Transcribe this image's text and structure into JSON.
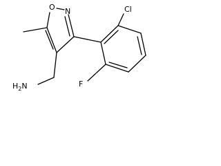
{
  "molecule": {
    "atoms": {
      "ring_oxygen": "O",
      "ring_nitrogen": "N",
      "chlorine": "Cl",
      "fluorine": "F",
      "amine": "H",
      "amine_sub": "2",
      "amine_n": "N"
    },
    "colors": {
      "bond": "#000000",
      "label": "#000000",
      "background": "#ffffff"
    }
  }
}
